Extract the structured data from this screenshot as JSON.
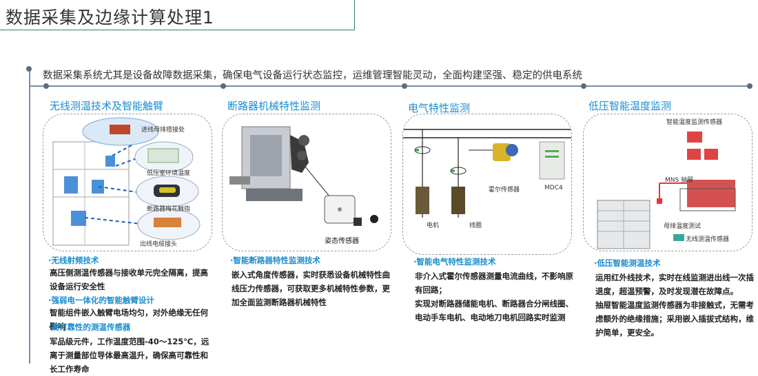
{
  "page": {
    "title": "数据采集及边缘计算处理1",
    "summary": "数据采集系统尤其是设备故障数据采集，确保电气设备运行状态监控，运维管理智能灵动，全面构建坚强、稳定的供电系统"
  },
  "sections": [
    {
      "title": "无线测温技术及智能触臂",
      "labels": [
        "进线母排搭接处",
        "低压室环境温度",
        "断路器梅花触指",
        "出线电缆接头"
      ],
      "points": [
        {
          "heading": "·无线射频技术",
          "body": "高压侧测温传感器与接收单元完全隔离，提高设备运行安全性"
        },
        {
          "heading": "·强弱电一体化的智能触臂设计",
          "body": "智能组件嵌入触臂电场均匀，对外绝缘无任何影响"
        },
        {
          "heading": "·高可靠性的测温传感器",
          "body": "军品级元件，工作温度范围-40～125℃，远离于测量部位导体最高温升，确保高可靠性和长工作寿命"
        }
      ]
    },
    {
      "title": "断路器机械特性监测",
      "labels": [
        "姿态传感器"
      ],
      "points": [
        {
          "heading": "·智能断路器特性监测技术",
          "body": "嵌入式角度传感器，实时获悉设备机械特性曲线压力传感器，可获取更多机械特性参数，更加全面监测断路器机械特性"
        }
      ]
    },
    {
      "title": "电气特性监测",
      "labels": [
        "霍尔传感器",
        "MDC4",
        "电机",
        "线圈"
      ],
      "points": [
        {
          "heading": "·智能电气特性监测技术",
          "body": "非介入式霍尔传感器测量电流曲线，不影响原有回路；\n实现对断路器储能电机、断路器合分闸线圈、电动手车电机、电动地刀电机回路实时监测"
        }
      ]
    },
    {
      "title": "低压智能温度监测",
      "labels": [
        "智能温度监测传感器",
        "MNS 抽屉",
        "母排温度测试",
        "无线测温传感器"
      ],
      "points": [
        {
          "heading": "·低压智能测温技术",
          "body": "运用红外线技术，实时在线监测进出线一次插退度，超温预警，及时发现潜在故障点。\n抽屉智能温度监测传感器为非接触式，无需考虑额外的绝缘措施；采用嵌入插拔式结构，维护简单，更安全。"
        }
      ]
    }
  ],
  "colors": {
    "accent": "#1a8ccf",
    "title_border": "#2e7d6a",
    "timeline": "#7a8aa5"
  }
}
